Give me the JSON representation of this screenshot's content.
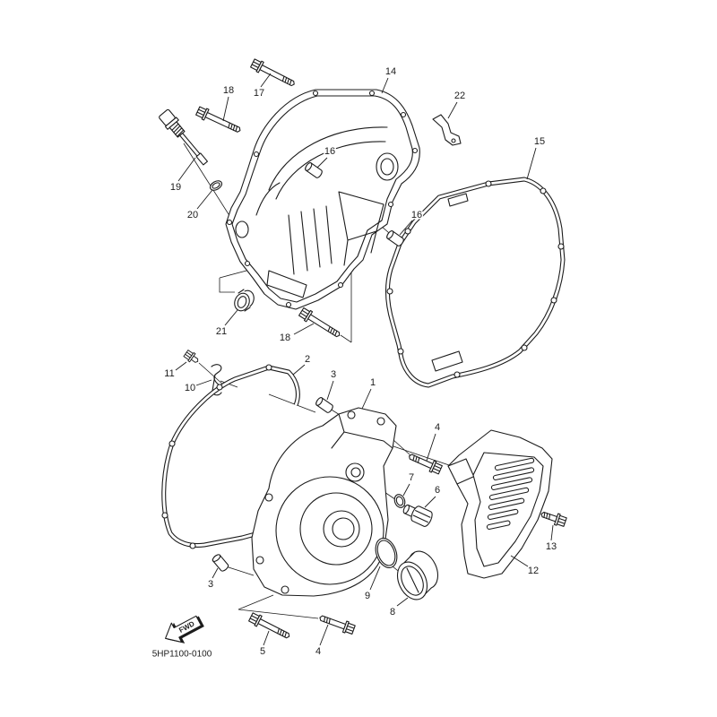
{
  "colors": {
    "line": "#1c1c1c",
    "background": "#ffffff"
  },
  "diagram": {
    "drawing_code": "5HP1100-0100",
    "fwd_label": "FWD",
    "callouts": [
      {
        "label": "17"
      },
      {
        "label": "18"
      },
      {
        "label": "14"
      },
      {
        "label": "22"
      },
      {
        "label": "16"
      },
      {
        "label": "15"
      },
      {
        "label": "19"
      },
      {
        "label": "20"
      },
      {
        "label": "16"
      },
      {
        "label": "21"
      },
      {
        "label": "18"
      },
      {
        "label": "11"
      },
      {
        "label": "2"
      },
      {
        "label": "10"
      },
      {
        "label": "3"
      },
      {
        "label": "1"
      },
      {
        "label": "4"
      },
      {
        "label": "7"
      },
      {
        "label": "6"
      },
      {
        "label": "13"
      },
      {
        "label": "12"
      },
      {
        "label": "3"
      },
      {
        "label": "9"
      },
      {
        "label": "8"
      },
      {
        "label": "5"
      },
      {
        "label": "4"
      }
    ]
  }
}
